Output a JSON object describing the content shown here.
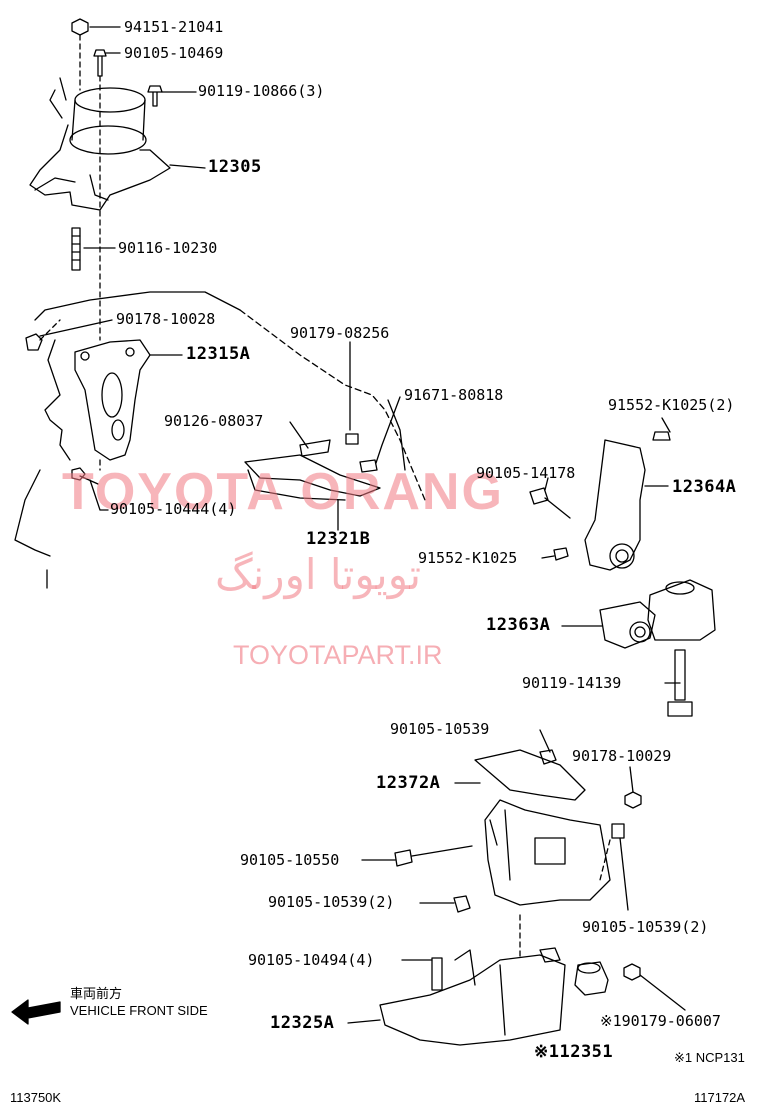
{
  "parts": [
    {
      "id": "p1",
      "text": "94151-21041"
    },
    {
      "id": "p2",
      "text": "90105-10469"
    },
    {
      "id": "p3",
      "text": "90119-10866(3)"
    },
    {
      "id": "p4",
      "text": "12305"
    },
    {
      "id": "p5",
      "text": "90116-10230"
    },
    {
      "id": "p6",
      "text": "90178-10028"
    },
    {
      "id": "p7",
      "text": "12315A"
    },
    {
      "id": "p8",
      "text": "90179-08256"
    },
    {
      "id": "p9",
      "text": "91671-80818"
    },
    {
      "id": "p10",
      "text": "91552-K1025(2)"
    },
    {
      "id": "p11",
      "text": "90126-08037"
    },
    {
      "id": "p12",
      "text": "90105-14178"
    },
    {
      "id": "p13",
      "text": "12364A"
    },
    {
      "id": "p14",
      "text": "90105-10444(4)"
    },
    {
      "id": "p15",
      "text": "12321B"
    },
    {
      "id": "p16",
      "text": "91552-K1025"
    },
    {
      "id": "p17",
      "text": "12363A"
    },
    {
      "id": "p18",
      "text": "90119-14139"
    },
    {
      "id": "p19",
      "text": "90105-10539"
    },
    {
      "id": "p20",
      "text": "90178-10029"
    },
    {
      "id": "p21",
      "text": "12372A"
    },
    {
      "id": "p22",
      "text": "90105-10550"
    },
    {
      "id": "p23",
      "text": "90105-10539(2)"
    },
    {
      "id": "p24",
      "text": "90105-10539(2)"
    },
    {
      "id": "p25",
      "text": "90105-10494(4)"
    },
    {
      "id": "p26",
      "text": "12325A"
    },
    {
      "id": "p27",
      "text": "※190179-06007"
    },
    {
      "id": "p28",
      "text": "※112351"
    }
  ],
  "direction": {
    "jp": "車両前方",
    "en": "VEHICLE FRONT SIDE"
  },
  "footnote": "※1 NCP131",
  "codes": {
    "left": "113750K",
    "right": "117172A"
  },
  "watermark": {
    "line1": "TOYOTA ORANG",
    "line2": "تویوتا اورنگ",
    "line3": "TOYOTAPART.IR",
    "color": "#f07882"
  }
}
